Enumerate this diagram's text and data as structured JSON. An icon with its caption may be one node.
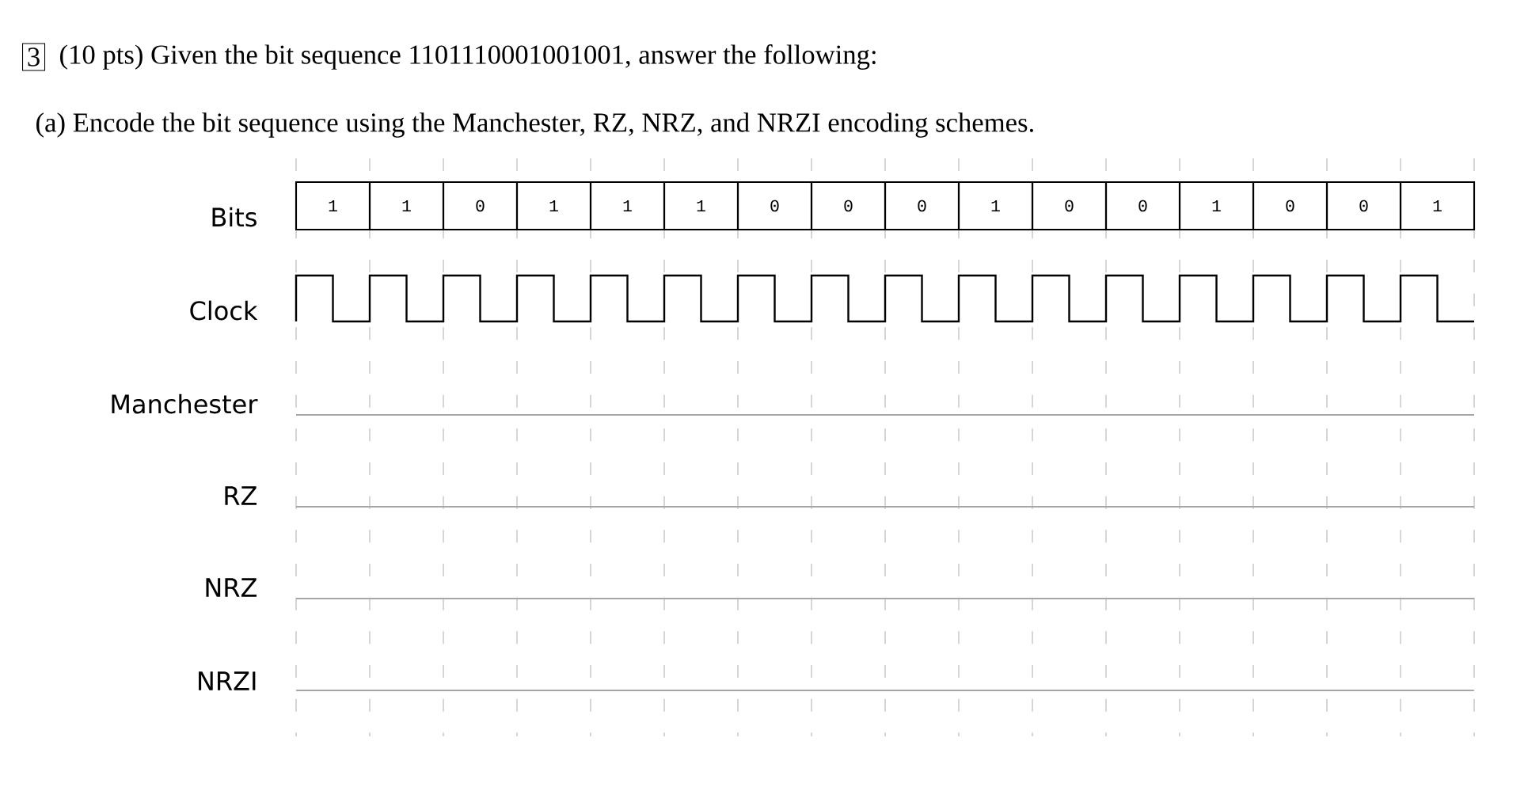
{
  "diagram": {
    "nodes": [
      {
        "text": [
          "1"
        ]
      },
      {
        "text": [
          "1"
        ]
      },
      {
        "text": [
          "0"
        ]
      },
      {
        "text": [
          "1"
        ]
      },
      {
        "text": [
          "1"
        ]
      },
      {
        "text": [
          "1"
        ]
      },
      {
        "text": [
          "0"
        ]
      },
      {
        "text": [
          "0"
        ]
      },
      {
        "text": [
          "0"
        ]
      },
      {
        "text": [
          "1"
        ]
      },
      {
        "text": [
          "0"
        ]
      },
      {
        "text": [
          "0"
        ]
      },
      {
        "text": [
          "1"
        ]
      },
      {
        "text": [
          "0"
        ]
      },
      {
        "text": [
          "0"
        ]
      },
      {
        "text": [
          "1"
        ]
      }
    ],
    "labels": [
      "3",
      "(10 pts) Given the bit sequence 1101110001001001, answer the following:",
      "(a) Encode the bit sequence using the Manchester, RZ, NRZ, and NRZI encoding schemes.",
      "Bits",
      "Clock",
      "Manchester",
      "RZ",
      "NRZ",
      "NRZI"
    ]
  }
}
